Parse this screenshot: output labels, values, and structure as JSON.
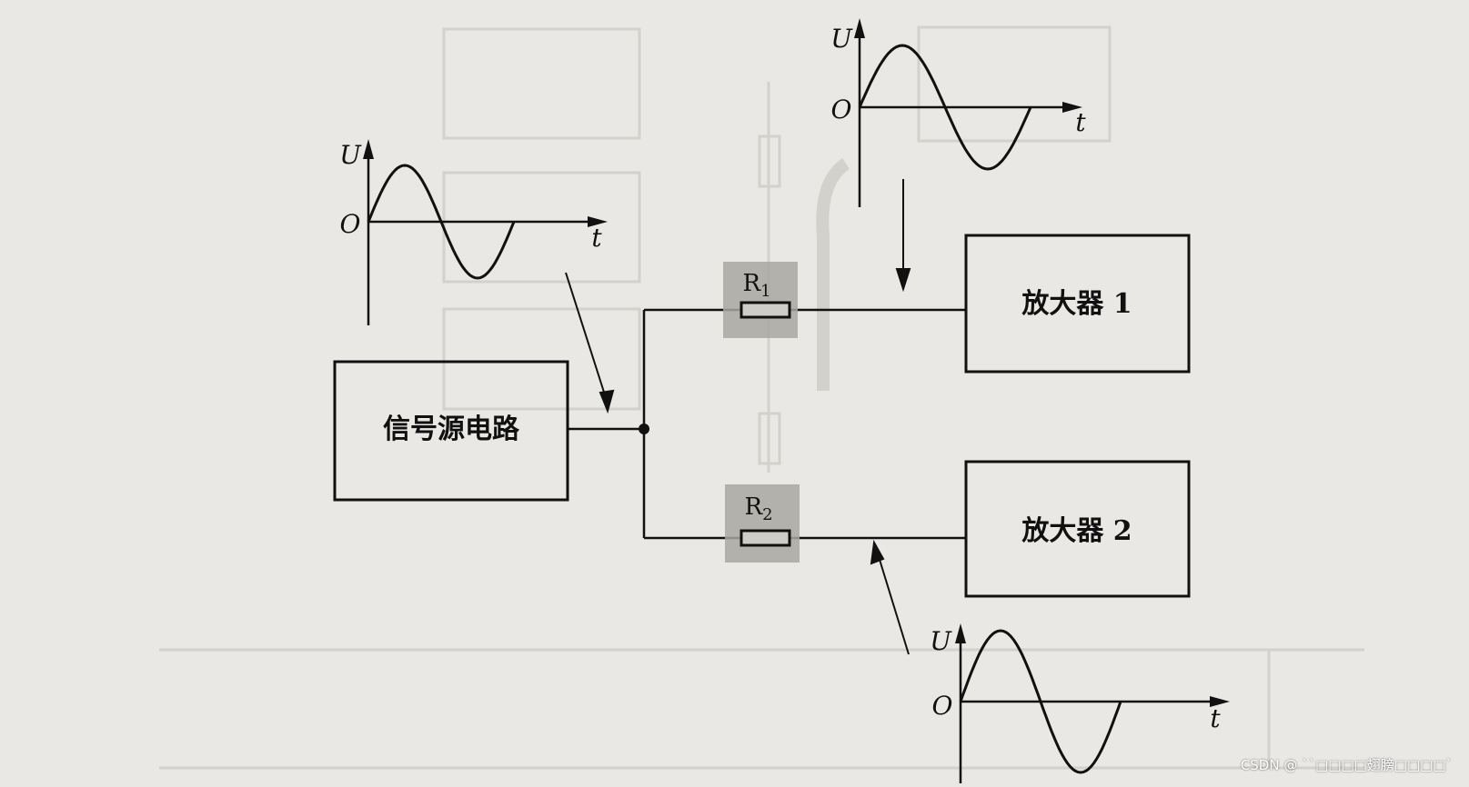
{
  "colors": {
    "background": "#e9e8e4",
    "ink": "#111111",
    "ghost_ink": "#cfcdc7",
    "resistor_bg": "#a9a7a2"
  },
  "blocks": {
    "source": "信号源电路",
    "amp1": "放大器 1",
    "amp2": "放大器 2"
  },
  "resistors": {
    "r1": "R",
    "r1_sub": "1",
    "r2": "R",
    "r2_sub": "2"
  },
  "waveforms": {
    "source": {
      "y_label": "U",
      "x_label": "t",
      "origin": "O"
    },
    "amp1": {
      "y_label": "U",
      "x_label": "t",
      "origin": "O"
    },
    "amp2": {
      "y_label": "U",
      "x_label": "t",
      "origin": "O"
    }
  },
  "watermark": "CSDN @ ``□□□□翅膀□□□□`"
}
